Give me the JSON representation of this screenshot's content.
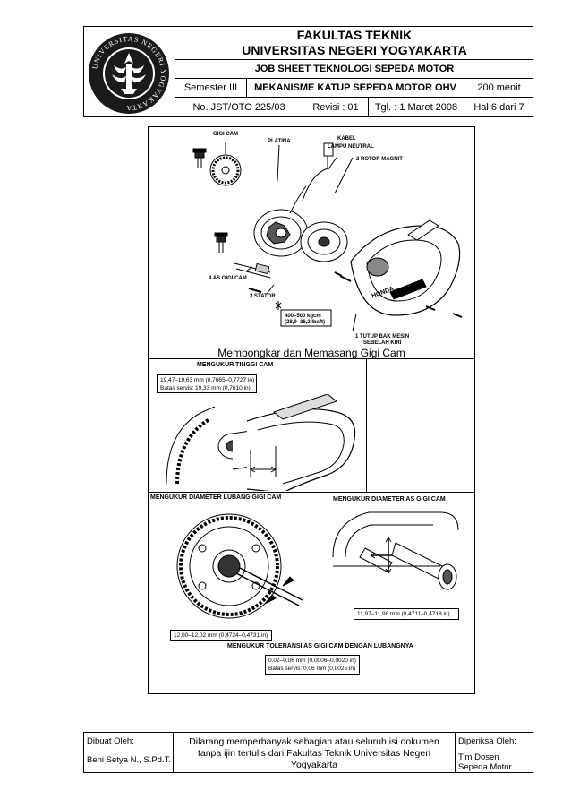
{
  "header": {
    "faculty": "FAKULTAS TEKNIK",
    "university": "UNIVERSITAS NEGERI YOGYAKARTA",
    "jobsheet": "JOB SHEET TEKNOLOGI SEPEDA MOTOR",
    "semester": "Semester III",
    "topic": "MEKANISME KATUP SEPEDA MOTOR OHV",
    "duration": "200 menit",
    "doc_no": "No. JST/OTO 225/03",
    "revision": "Revisi : 01",
    "date": "Tgl. : 1 Maret 2008",
    "page": "Hal 6 dari 7",
    "logo_text": "UNIVERSITAS NEGERI YOGYAKARTA"
  },
  "figure1": {
    "labels": {
      "gigi_cam": "GIGI CAM",
      "platina": "PLATINA",
      "kabel_1": "KABEL",
      "kabel_2": "LAMPU NEUTRAL",
      "rotor": "2  ROTOR MAGNIT",
      "as_gigi_cam": "4  AS GIGI CAM",
      "stator": "3  STATOR",
      "torque_1": "400–500 kgcm",
      "torque_2": "(28,9–36,2 lbsft)",
      "tutup_1": "1  TUTUP BAK MESIN",
      "tutup_2": "SEBELAH KIRI",
      "brand": "HONDA"
    },
    "caption": "Membongkar dan Memasang Gigi Cam"
  },
  "figure2": {
    "title": "MENGUKUR TINGGI CAM",
    "spec_1": "19,47–19,63 mm (0,7665–0,7727 in)",
    "spec_2": "Batas servis: 19,33 mm (0,7610 in)"
  },
  "figure3": {
    "title_left": "MENGUKUR DIAMETER LUBANG GIGI CAM",
    "title_right": "MENGUKUR DIAMETER AS GIGI CAM",
    "spec_left": "12,00–12,02 mm (0,4724–0,4731 in)",
    "spec_right": "11,97–11,98 mm (0,4711–0,4718 in)",
    "title_bottom": "MENGUKUR TOLERANSI AS GIGI CAM DENGAN LUBANGNYA",
    "spec_bottom_1": "0,02–0,06 mm (0,0006–0,0020 in)",
    "spec_bottom_2": "Batas servis: 0,06 mm (0,0025 in)"
  },
  "footer": {
    "made_by_label": "Dibuat Oleh:",
    "made_by_name": "Beni Setya N., S.Pd.T.",
    "notice": "Dilarang memperbanyak sebagian atau seluruh isi dokumen tanpa ijin tertulis dari Fakultas Teknik Universitas Negeri Yogyakarta",
    "checked_label": "Diperiksa Oleh:",
    "checked_name_1": "Tim Dosen",
    "checked_name_2": "Sepeda Motor"
  }
}
